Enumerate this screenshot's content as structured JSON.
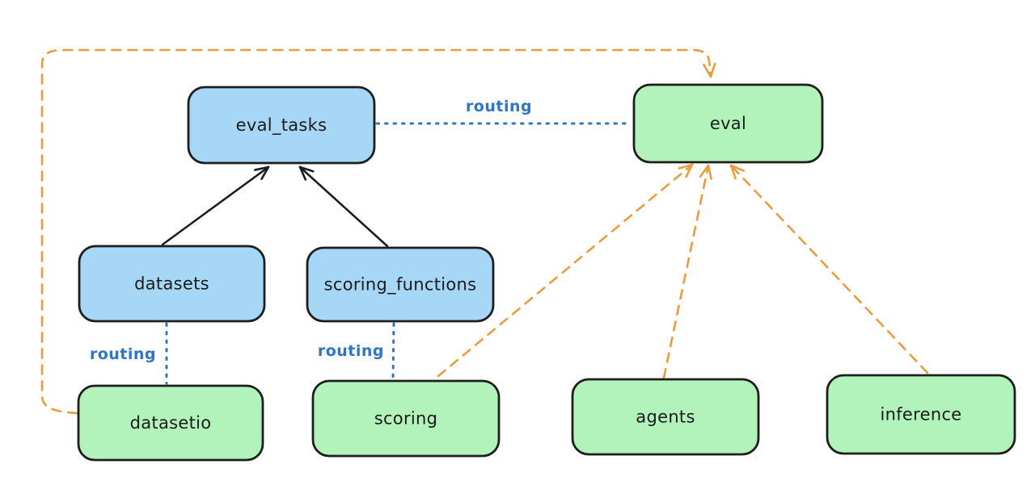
{
  "page": {
    "background": "#ffffff",
    "title": "provider routing diagram"
  },
  "colors": {
    "node_stroke": "#1e1e1e",
    "blue_fill": "#a7d7f7",
    "green_fill": "#b2f2bb",
    "routing_blue": "#2e75c6",
    "orange": "#ec9b3d",
    "black": "#1e1e1e",
    "text": "#1b1b1b"
  },
  "diagram": {
    "nodes": [
      {
        "id": "eval_tasks",
        "label": "eval_tasks",
        "color": "blue"
      },
      {
        "id": "eval",
        "label": "eval",
        "color": "green"
      },
      {
        "id": "datasets",
        "label": "datasets",
        "color": "blue"
      },
      {
        "id": "scoring_functions",
        "label": "scoring_functions",
        "color": "blue"
      },
      {
        "id": "datasetio",
        "label": "datasetio",
        "color": "green"
      },
      {
        "id": "scoring",
        "label": "scoring",
        "color": "green"
      },
      {
        "id": "agents",
        "label": "agents",
        "color": "green"
      },
      {
        "id": "inference",
        "label": "inference",
        "color": "green"
      }
    ],
    "edges": [
      {
        "from": "datasets",
        "to": "eval_tasks",
        "style": "solid",
        "color": "black",
        "arrow": true,
        "label": ""
      },
      {
        "from": "scoring_functions",
        "to": "eval_tasks",
        "style": "solid",
        "color": "black",
        "arrow": true,
        "label": ""
      },
      {
        "from": "eval_tasks",
        "to": "eval",
        "style": "dotted",
        "color": "blue",
        "arrow": false,
        "label": "routing"
      },
      {
        "from": "datasets",
        "to": "datasetio",
        "style": "dotted",
        "color": "blue",
        "arrow": false,
        "label": "routing"
      },
      {
        "from": "scoring_functions",
        "to": "scoring",
        "style": "dotted",
        "color": "blue",
        "arrow": false,
        "label": "routing"
      },
      {
        "from": "datasetio",
        "to": "eval",
        "style": "dashed",
        "color": "orange",
        "arrow": true,
        "label": ""
      },
      {
        "from": "scoring",
        "to": "eval",
        "style": "dashed",
        "color": "orange",
        "arrow": true,
        "label": ""
      },
      {
        "from": "agents",
        "to": "eval",
        "style": "dashed",
        "color": "orange",
        "arrow": true,
        "label": ""
      },
      {
        "from": "inference",
        "to": "eval",
        "style": "dashed",
        "color": "orange",
        "arrow": true,
        "label": ""
      }
    ]
  }
}
